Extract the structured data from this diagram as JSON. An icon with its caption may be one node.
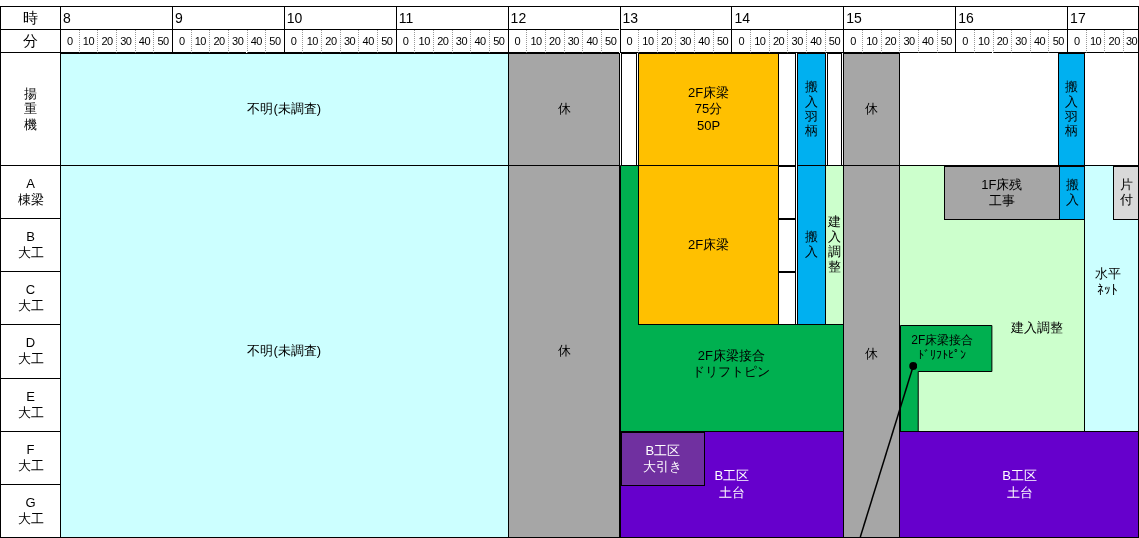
{
  "diagram": {
    "nodes": [
      {
        "text": [
          "不明(未調査)"
        ]
      },
      {
        "text": [
          "休"
        ]
      },
      {
        "text": [
          "2F床梁 75分 50P"
        ]
      },
      {
        "text": [
          "搬入羽柄"
        ]
      },
      {
        "text": [
          "休"
        ]
      },
      {
        "text": [
          "搬入羽柄"
        ]
      },
      {
        "text": [
          "不明(未調査)"
        ]
      },
      {
        "text": [
          "休"
        ]
      },
      {
        "text": [
          "2F床梁"
        ]
      },
      {
        "text": [
          "搬入"
        ]
      },
      {
        "text": [
          "建入調整"
        ]
      },
      {
        "text": [
          "2F床梁接合ドリフトピン"
        ]
      },
      {
        "text": [
          "休"
        ]
      },
      {
        "text": [
          "1F床残工事"
        ],
        "in": 16
      },
      {
        "text": [
          "搬入"
        ],
        "in": 16
      },
      {
        "text": [
          "片付"
        ],
        "in": 18
      },
      {
        "text": [
          "建入調整"
        ]
      },
      {
        "text": [
          "2F床梁接合ﾄﾞﾘﾌﾄﾋﾟﾝ"
        ],
        "in": 16
      },
      {
        "text": [
          "水平ﾈｯﾄ"
        ]
      },
      {
        "text": [
          "B工区大引き"
        ],
        "in": 20
      },
      {
        "text": [
          "B工区土台"
        ]
      },
      {
        "text": [
          "B工区土台"
        ]
      }
    ],
    "edges": [
      {
        "from": 12,
        "to": 17,
        "arrow": "other"
      }
    ],
    "labels": [
      "時",
      "8",
      "9",
      "10",
      "11",
      "12",
      "13",
      "14",
      "15",
      "16",
      "17",
      "分",
      "0",
      "10",
      "20",
      "30",
      "40",
      "50",
      "0",
      "10",
      "20",
      "30",
      "40",
      "50",
      "0",
      "10",
      "20",
      "30",
      "40",
      "50",
      "0",
      "10",
      "20",
      "30",
      "40",
      "50",
      "0",
      "10",
      "20",
      "30",
      "40",
      "50",
      "0",
      "10",
      "20",
      "30",
      "40",
      "50",
      "0",
      "10",
      "20",
      "30",
      "40",
      "50",
      "0",
      "10",
      "20",
      "30",
      "40",
      "50",
      "0",
      "10",
      "20",
      "30",
      "40",
      "50",
      "0",
      "10",
      "20",
      "30",
      "揚重機",
      "A 棟梁",
      "B 大工",
      "C 大工",
      "D 大工",
      "E 大工",
      "F 大工",
      "G 大工"
    ]
  }
}
